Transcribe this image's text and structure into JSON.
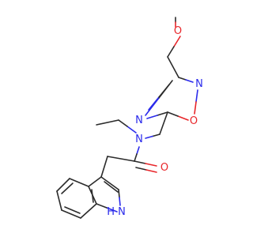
{
  "molecule": {
    "colors": {
      "carbon_bond": "#2b2b2b",
      "oxygen": "#e8262a",
      "nitrogen": "#2a2aeb",
      "background": "#ffffff"
    },
    "atom_labels": {
      "ether_o": "O",
      "ring_o": "O",
      "ring_n_upper": "N",
      "ring_n_lower": "N",
      "amide_n": "N",
      "carbonyl_o": "O",
      "indole_nh": "H"
    }
  }
}
